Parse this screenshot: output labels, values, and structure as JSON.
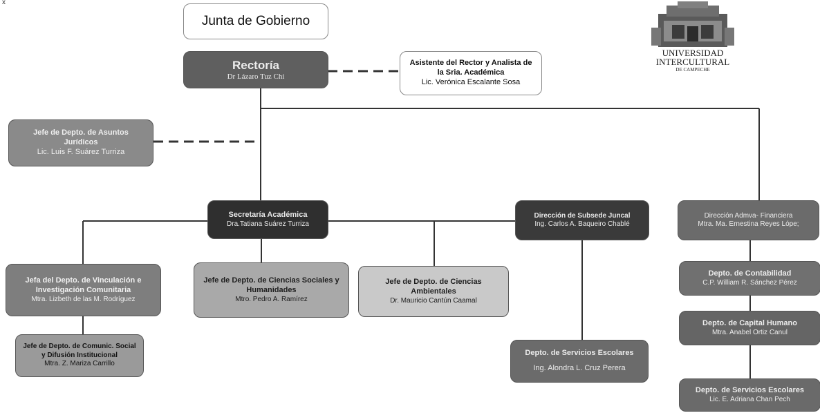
{
  "corner_mark": "x",
  "logo": {
    "line1": "UNIVERSIDAD",
    "line2": "INTERCULTURAL",
    "line3": "DE CAMPECHE"
  },
  "nodes": {
    "junta": {
      "title": "Junta de Gobierno"
    },
    "rectoria": {
      "title": "Rectoría",
      "name": "Dr Lázaro Tuz Chi"
    },
    "asistente": {
      "title": "Asistente del Rector y Analista de la Sria. Académica",
      "name": "Lic. Verónica Escalante Sosa"
    },
    "juridicos": {
      "title": "Jefe de Depto. de Asuntos Jurídicos",
      "name": "Lic. Luis F. Suárez Turriza"
    },
    "secretaria": {
      "title": "Secretaría Académica",
      "name": "Dra.Tatiana Suárez Turriza"
    },
    "subsede": {
      "title": "Dirección de Subsede Juncal",
      "name": "Ing. Carlos A. Baqueiro Chablé"
    },
    "admva": {
      "title": "Dirección Admva- Financiera",
      "name": "Mtra. Ma. Ernestina Reyes Lópe;"
    },
    "vinculacion": {
      "title": "Jefa del Depto. de Vinculación e Investigación Comunitaria",
      "name": "Mtra. Lizbeth de las M. Rodríguez"
    },
    "sociales": {
      "title": "Jefe de Depto. de Ciencias Sociales y Humanidades",
      "name": "Mtro. Pedro A. Ramírez"
    },
    "ambientales": {
      "title": "Jefe de Depto. de Ciencias Ambientales",
      "name": "Dr. Mauricio Cantún Caamal"
    },
    "comunic": {
      "title": "Jefe de Depto. de Comunic. Social y Difusión Institucional",
      "name": "Mtra. Z. Mariza Carrillo"
    },
    "escolares_mid": {
      "title": "Depto. de Servicios Escolares",
      "name": "Ing. Alondra L. Cruz Perera"
    },
    "contabilidad": {
      "title": "Depto. de Contabilidad",
      "name": "C.P. William R. Sánchez Pérez"
    },
    "capital": {
      "title": "Depto. de Capital Humano",
      "name": "Mtra. Anabel Ortiz Canul"
    },
    "escolares_right": {
      "title": "Depto. de Servicios Escolares",
      "name": "Lic. E. Adriana Chan Pech"
    }
  }
}
